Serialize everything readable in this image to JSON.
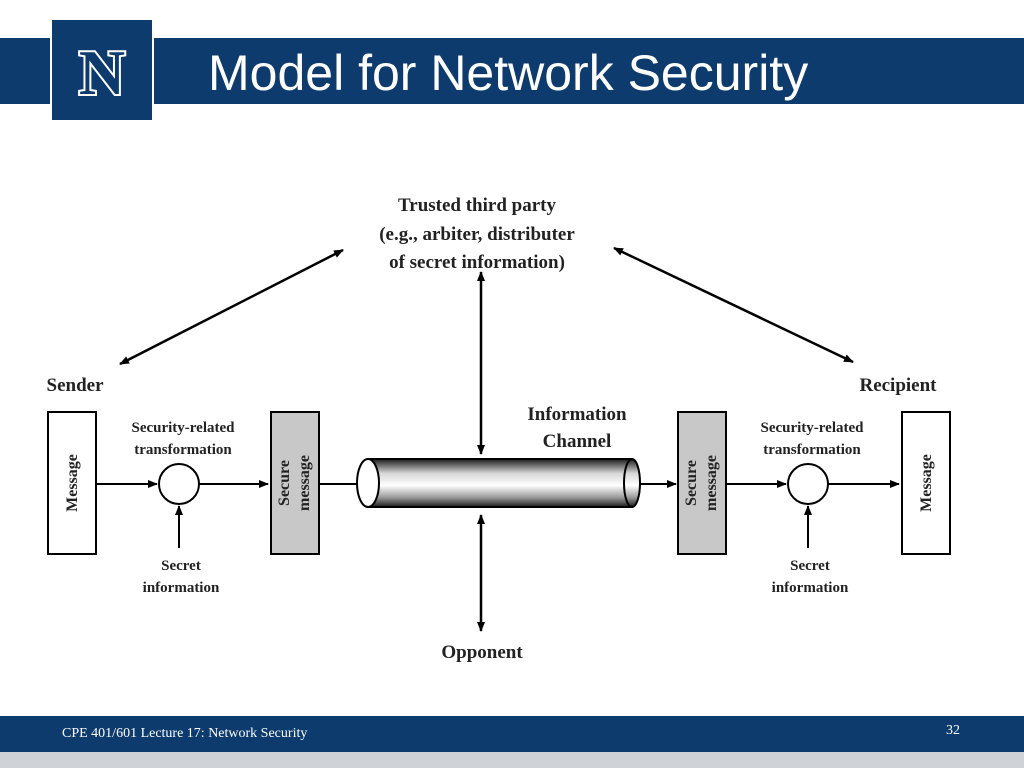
{
  "slide": {
    "title": "Model for Network Security",
    "footer": "CPE 401/601 Lecture 17: Network Security",
    "page_number": "32",
    "logo_letter": "N",
    "colors": {
      "brand": "#0d3b6e",
      "box_gray": "#c8c8c8",
      "text": "#222222"
    }
  },
  "diagram": {
    "trusted_party": [
      "Trusted third party",
      "(e.g., arbiter, distributer",
      "of secret information)"
    ],
    "sender": "Sender",
    "recipient": "Recipient",
    "message": "Message",
    "secure_message": [
      "Secure",
      "message"
    ],
    "transformation": [
      "Security-related",
      "transformation"
    ],
    "secret": [
      "Secret",
      "information"
    ],
    "channel": [
      "Information",
      "Channel"
    ],
    "opponent": "Opponent"
  }
}
